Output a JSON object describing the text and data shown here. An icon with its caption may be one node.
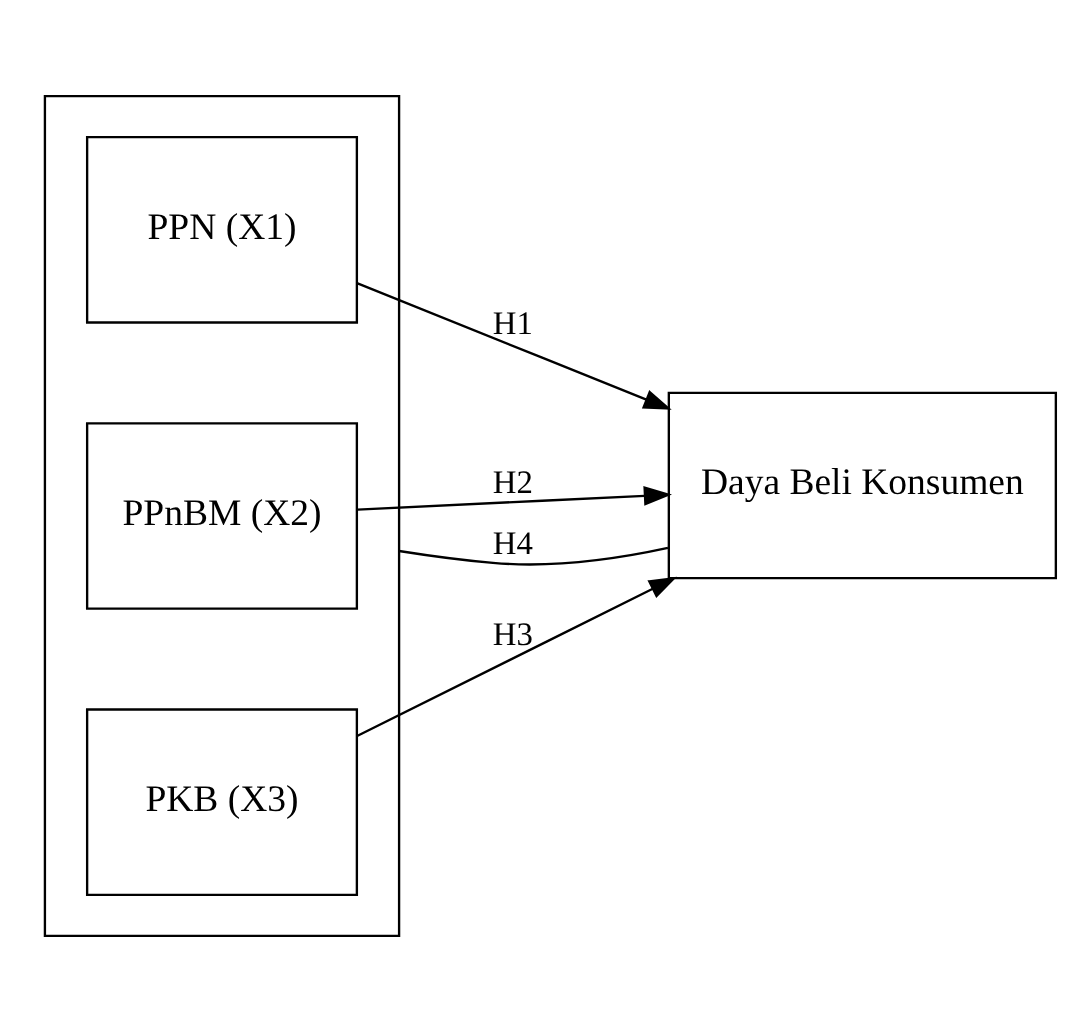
{
  "diagram": {
    "nodes": [
      {
        "text": [],
        "shape": "box"
      },
      {
        "text": [
          "PPN (X1)"
        ],
        "in": 0
      },
      {
        "text": [
          "PPnBM (X2)"
        ],
        "in": 0
      },
      {
        "text": [
          "PKB (X3)"
        ],
        "in": 0
      },
      {
        "text": [
          "Daya Beli Konsumen"
        ]
      }
    ],
    "edges": [
      {
        "from": 1,
        "to": 4,
        "arrow": "to",
        "label": "H1"
      },
      {
        "from": 2,
        "to": 4,
        "arrow": "to",
        "label": "H2"
      },
      {
        "from": 3,
        "to": 4,
        "arrow": "to",
        "label": "H3"
      },
      {
        "from": 0,
        "to": 4,
        "arrow": "none",
        "label": "H4"
      }
    ]
  }
}
